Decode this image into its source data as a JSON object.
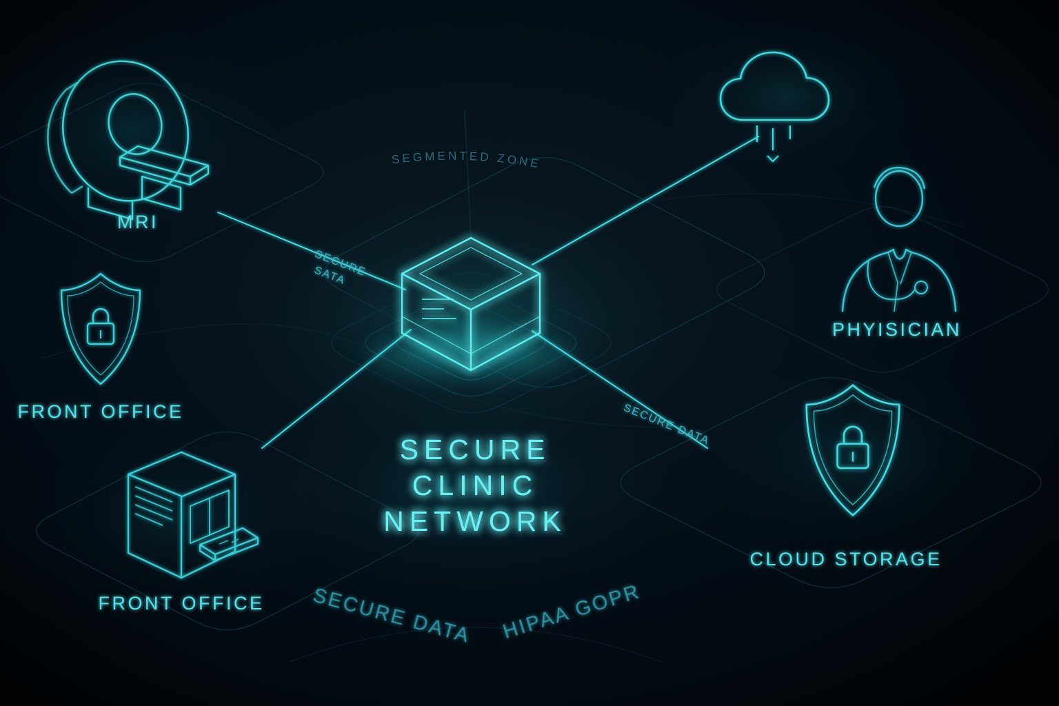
{
  "center": {
    "title_line1": "SECURE",
    "title_line2": "CLINIC",
    "title_line3": "NETWORK"
  },
  "zone": {
    "label": "SEGMENTED ZONE"
  },
  "nodes": {
    "mri": {
      "label": "MRI"
    },
    "front_office_shield": {
      "label": "FRONT OFFICE"
    },
    "front_office_server": {
      "label": "FRONT OFFICE"
    },
    "physician": {
      "label": "PHYISICIAN"
    },
    "cloud_storage": {
      "label": "CLOUD STORAGE"
    }
  },
  "links": {
    "mri": {
      "line1": "SECURE",
      "line2": "SATA"
    },
    "cloud_storage": {
      "label": "SECURE DATA"
    }
  },
  "floor": {
    "left": "SECURE DATA",
    "right": "HIPAA  GOPR"
  },
  "colors": {
    "background": "#02070b",
    "accent": "#4de8ec",
    "accent_dim": "#2a6b77",
    "platform_line": "#0d3340",
    "glow": "#27d7dc"
  }
}
